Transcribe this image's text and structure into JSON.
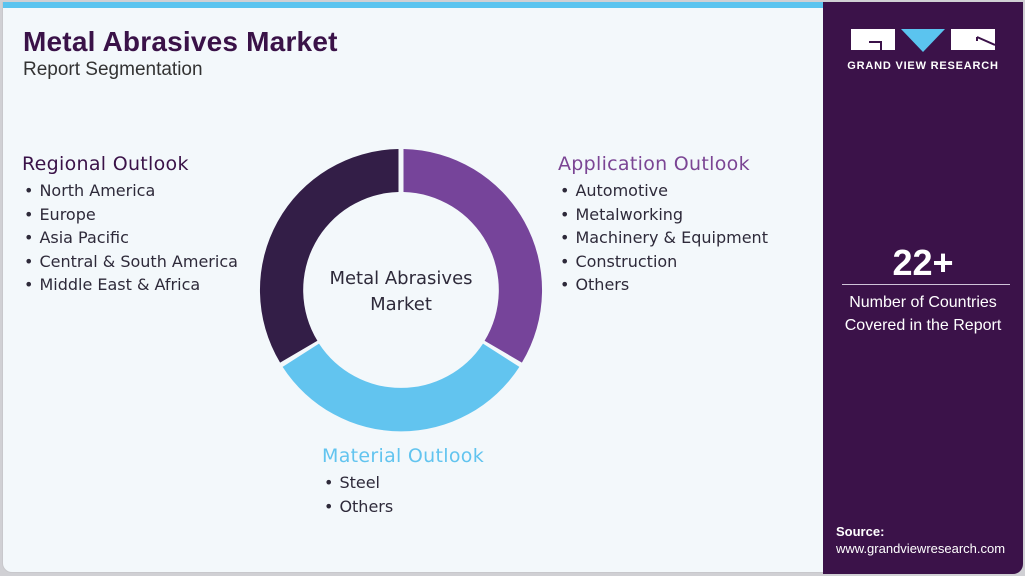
{
  "header": {
    "title": "Metal Abrasives Market",
    "subtitle": "Report Segmentation"
  },
  "colors": {
    "dark_purple": "#3a1248",
    "purple": "#7b4594",
    "light_blue": "#62c4ef",
    "donut_dark": "#331e47",
    "sidebar_bg": "#3b1249",
    "background": "#f3f8fb"
  },
  "segments": {
    "regional": {
      "title": "Regional Outlook",
      "color": "#3a1248",
      "items": [
        "North America",
        "Europe",
        "Asia Pacific",
        "Central & South America",
        "Middle East & Africa"
      ]
    },
    "application": {
      "title": "Application Outlook",
      "color": "#7b4594",
      "items": [
        "Automotive",
        "Metalworking",
        "Machinery & Equipment",
        "Construction",
        "Others"
      ]
    },
    "material": {
      "title": "Material Outlook",
      "color": "#62c4ef",
      "items": [
        "Steel",
        "Others"
      ]
    }
  },
  "donut": {
    "center_line1": "Metal Abrasives",
    "center_line2": "Market",
    "slices": [
      {
        "name": "Application Outlook",
        "color": "#76449a",
        "share": 33.3
      },
      {
        "name": "Material Outlook",
        "color": "#62c4ef",
        "share": 33.3
      },
      {
        "name": "Regional Outlook",
        "color": "#331e47",
        "share": 33.3
      }
    ]
  },
  "sidebar": {
    "brand": "GRAND VIEW RESEARCH",
    "stat_value": "22+",
    "stat_label_line1": "Number of Countries",
    "stat_label_line2": "Covered in the Report",
    "source_label": "Source:",
    "source_url": "www.grandviewresearch.com"
  }
}
